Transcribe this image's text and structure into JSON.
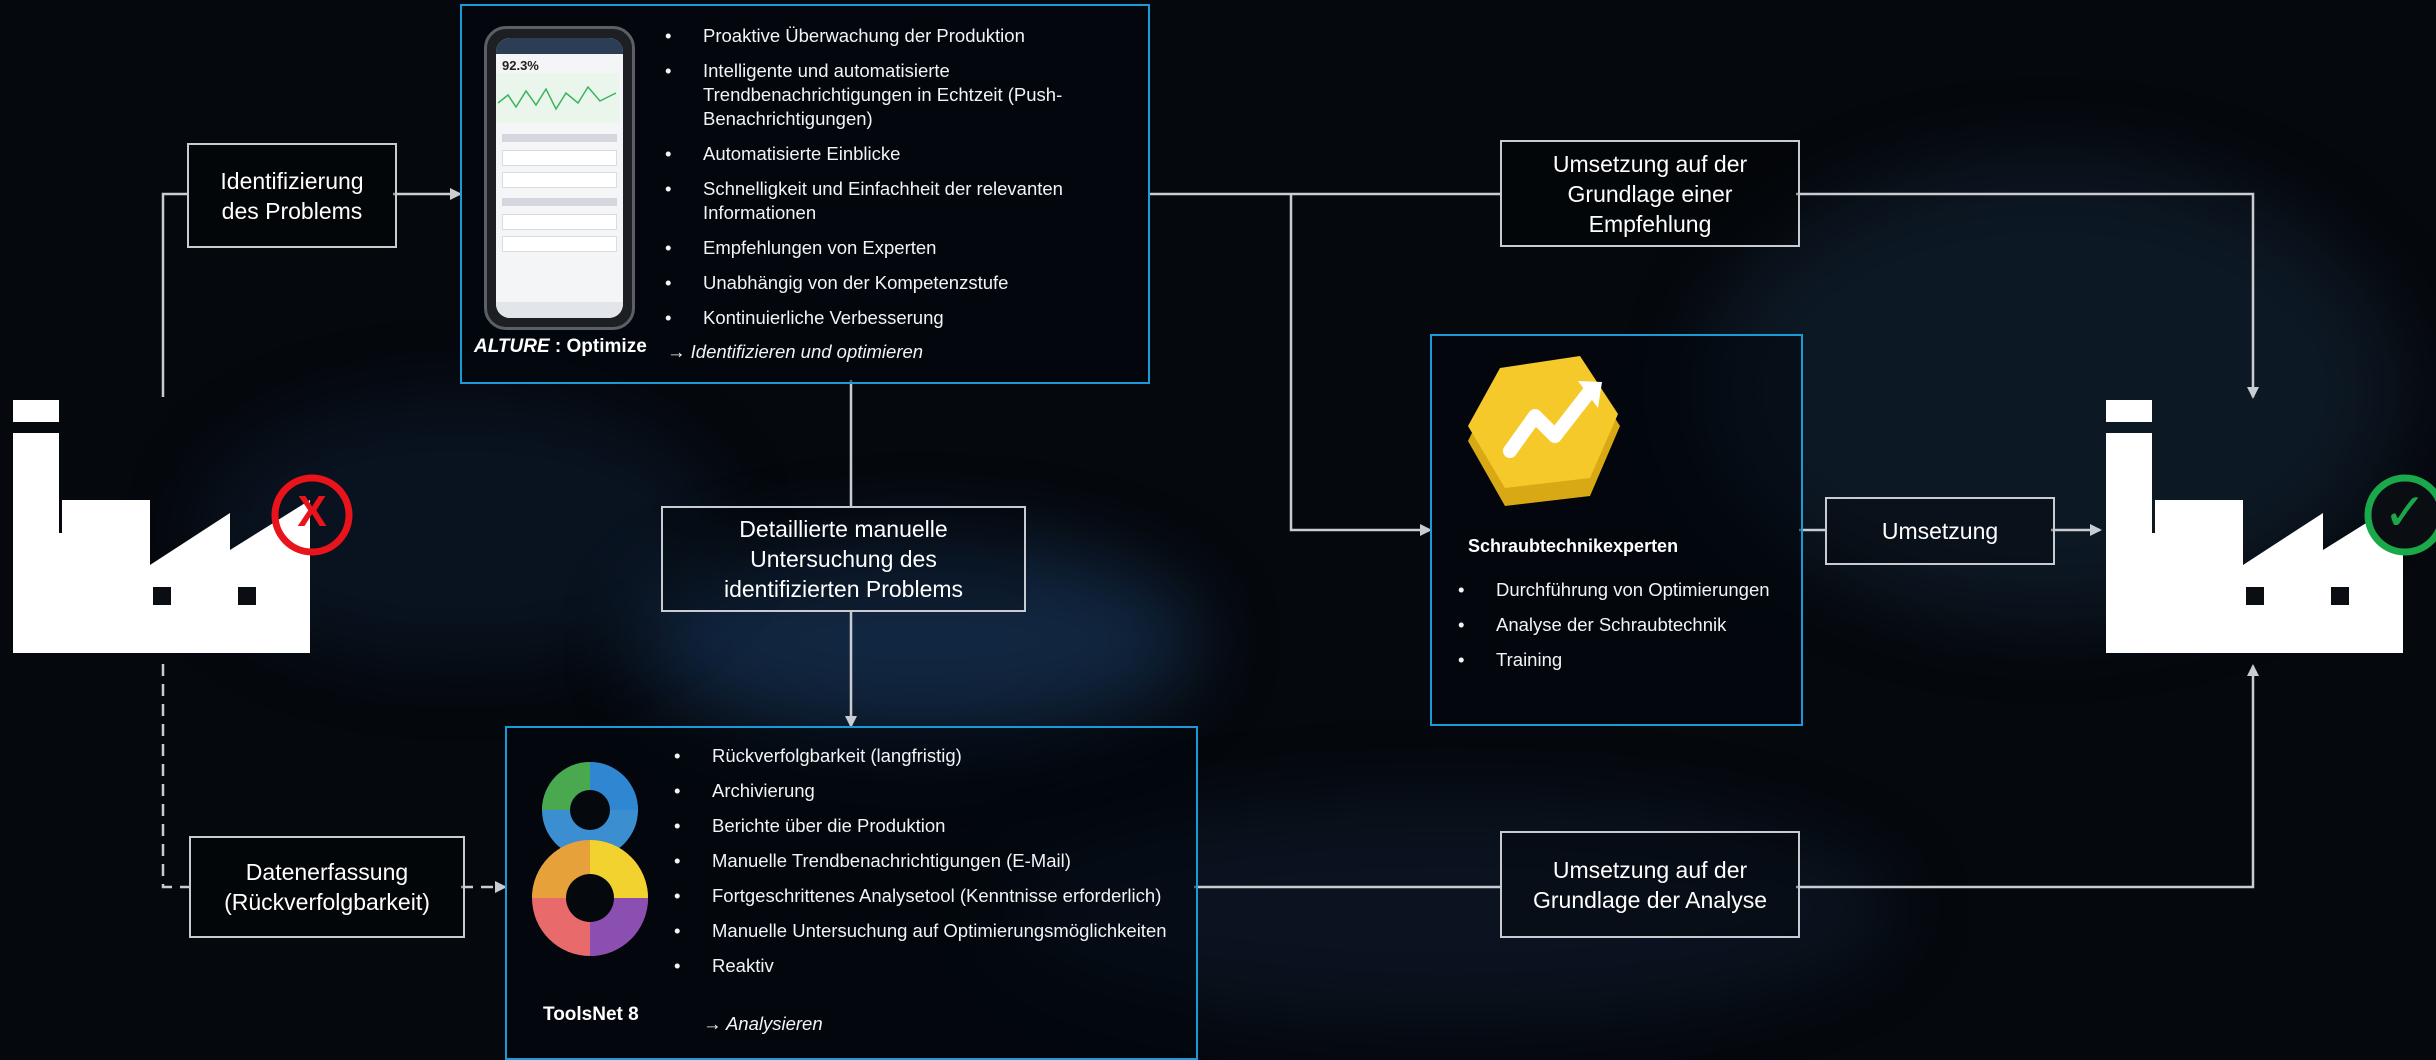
{
  "steps": {
    "identify": "Identifizierung\ndes Problems",
    "manual": "Detaillierte manuelle\nUntersuchung des\nidentifizierten Problems",
    "data_capture": "Datenerfassung\n(Rückverfolgbarkeit)",
    "recommendation": "Umsetzung auf der\nGrundlage einer\nEmpfehlung",
    "implementation": "Umsetzung",
    "analysis_impl": "Umsetzung auf der\nGrundlage der Analyse"
  },
  "alture": {
    "brand": "ALTURE",
    "product": " : Optimize",
    "bullets": [
      "Proaktive Überwachung der Produktion",
      "Intelligente und automatisierte Trendbenachrichtigungen in Echtzeit (Push-Benachrichtigungen)",
      "Automatisierte Einblicke",
      "Schnelligkeit und Einfachheit der relevanten Informationen",
      "Empfehlungen von Experten",
      "Unabhängig von der Kompetenzstufe",
      "Kontinuierliche Verbesserung"
    ],
    "arrow": "→",
    "arrow_text": "Identifizieren und optimieren",
    "phone_kpi": "92.3%"
  },
  "toolsnet": {
    "caption": "ToolsNet 8",
    "logo_digit": "8",
    "bullets": [
      "Rückverfolgbarkeit (langfristig)",
      "Archivierung",
      "Berichte über die Produktion",
      "Manuelle Trendbenachrichtigungen (E-Mail)",
      "Fortgeschrittenes Analysetool (Kenntnisse erforderlich)",
      "Manuelle Untersuchung auf Optimierungsmöglichkeiten",
      "Reaktiv"
    ],
    "arrow": "→",
    "arrow_text": "Analysieren"
  },
  "experts": {
    "caption": "Schraubtechnikexperten",
    "bullets": [
      "Durchführung von Optimierungen",
      "Analyse der Schraubtechnik",
      "Training"
    ]
  },
  "status": {
    "problem_mark": "X",
    "problem_color": "#e8131b",
    "ok_mark": "✓",
    "ok_color": "#1aa84a"
  },
  "colors": {
    "panel_border": "#1a9ad6",
    "box_border": "#c8ccd2",
    "connector": "#c9ccd1",
    "hexagon": "#f5c92a"
  }
}
